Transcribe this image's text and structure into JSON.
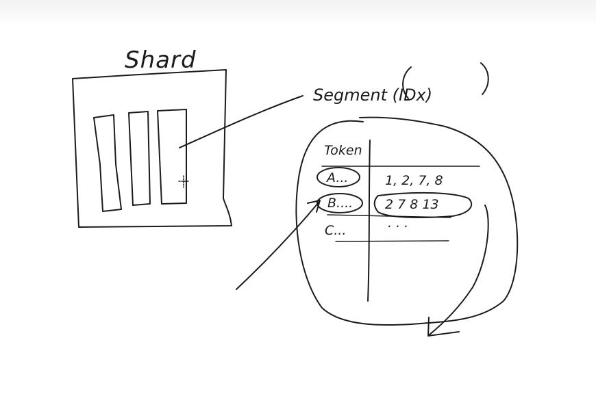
{
  "shard": {
    "title": "Shard"
  },
  "segment": {
    "title": "Segment (IDx)"
  },
  "index_table": {
    "header": "Token",
    "rows": [
      {
        "token": "A...",
        "postings": "1, 2, 7, 8"
      },
      {
        "token": "B....",
        "postings": "2 7 8 13"
      },
      {
        "token": "C...",
        "postings": ". . ."
      }
    ]
  }
}
